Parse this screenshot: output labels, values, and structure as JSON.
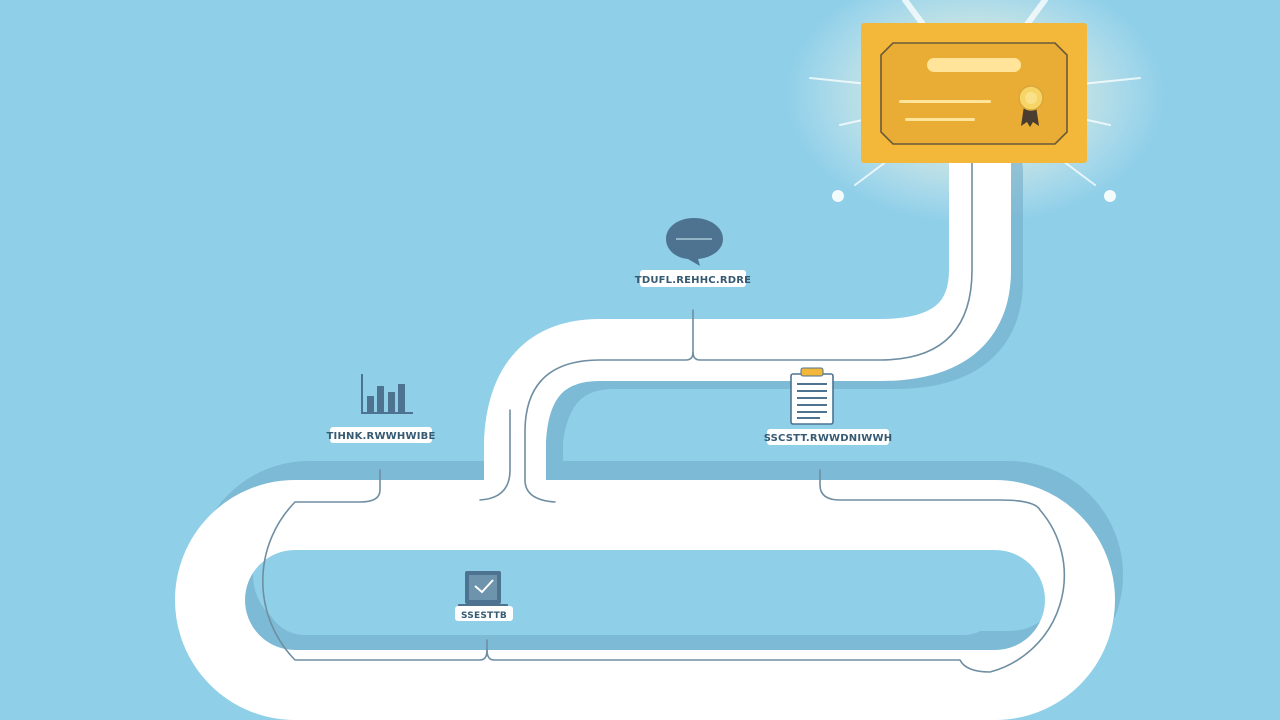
{
  "diagram": {
    "colors": {
      "background": "#8fcfe8",
      "road": "#ffffff",
      "road_shadow": "#6fa9c6",
      "road_line": "#6f8ea2",
      "certificate_gold": "#f3b73a",
      "certificate_inner": "#e9ad35",
      "icon_slate": "#4d7390",
      "glow": "#fff8dc"
    },
    "milestones": [
      {
        "id": "bar-chart",
        "icon": "bar-chart-icon",
        "label": "TIHNK.RWWHWIBE"
      },
      {
        "id": "speech-bubble",
        "icon": "speech-bubble-icon",
        "label": "TDUFL.REHHC.RDRE"
      },
      {
        "id": "document",
        "icon": "document-icon",
        "label": "SSCSTT.RWWDNIWWH"
      },
      {
        "id": "laptop",
        "icon": "laptop-icon",
        "label": "SSESTTB"
      }
    ],
    "goal": {
      "icon": "certificate-icon",
      "seal_icon": "award-seal-icon"
    }
  }
}
